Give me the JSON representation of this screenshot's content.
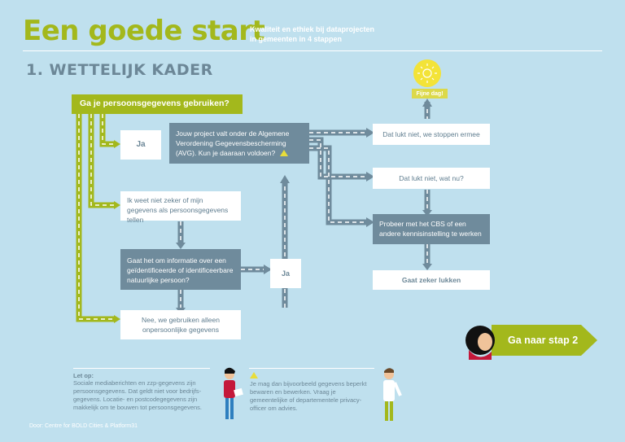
{
  "header": {
    "title": "Een goede start",
    "subtitle_line1": "Kwaliteit en ethiek bij dataprojecten",
    "subtitle_line2": "in gemeenten in 4 stappen",
    "section": "1. WETTELIJK KADER"
  },
  "flow": {
    "question": "Ga je persoonsgegevens gebruiken?",
    "ja_1": "Ja",
    "avg_box": "Jouw project valt onder de Algemene Verordening Gegevensbescherming (AVG). Kun je daaraan voldoen?",
    "unsure": "Ik weet niet zeker of mijn gegevens als persoonsgegevens tellen",
    "identifiable": "Gaat het om informatie over een geïdentificeerde of identificeerbare natuurlijke persoon?",
    "ja_2": "Ja",
    "nee": "Nee, we gebruiken alleen onpersoonlijke gegevens",
    "stop": "Dat lukt niet, we stoppen ermee",
    "wat_nu": "Dat lukt niet, wat nu?",
    "cbs": "Probeer met het CBS of een andere kennisinstelling te werken",
    "lukken": "Gaat zeker lukken",
    "fijne_dag": "Fijne dag!"
  },
  "next_step": {
    "label": "Ga naar stap 2"
  },
  "notes": {
    "let_op_title": "Let op:",
    "let_op_text": "Sociale mediaberichten en zzp-gegevens zijn persoonsgegevens. Dat geldt niet voor bedrijfs-gegevens. Locatie- en postcodegegevens zijn makkelijk om te bouwen tot persoonsgegevens.",
    "warning_text": "Je mag dan bijvoorbeeld gegevens beperkt bewaren en bewerken. Vraag je gemeentelijke of departementele privacy-officer om advies."
  },
  "footer": {
    "credit": "Door: Centre for BOLD Cities & Platform31"
  },
  "colors": {
    "background": "#bfe0ee",
    "green": "#a3b81c",
    "slate": "#6f8b9c",
    "text": "#5f7d8f"
  }
}
